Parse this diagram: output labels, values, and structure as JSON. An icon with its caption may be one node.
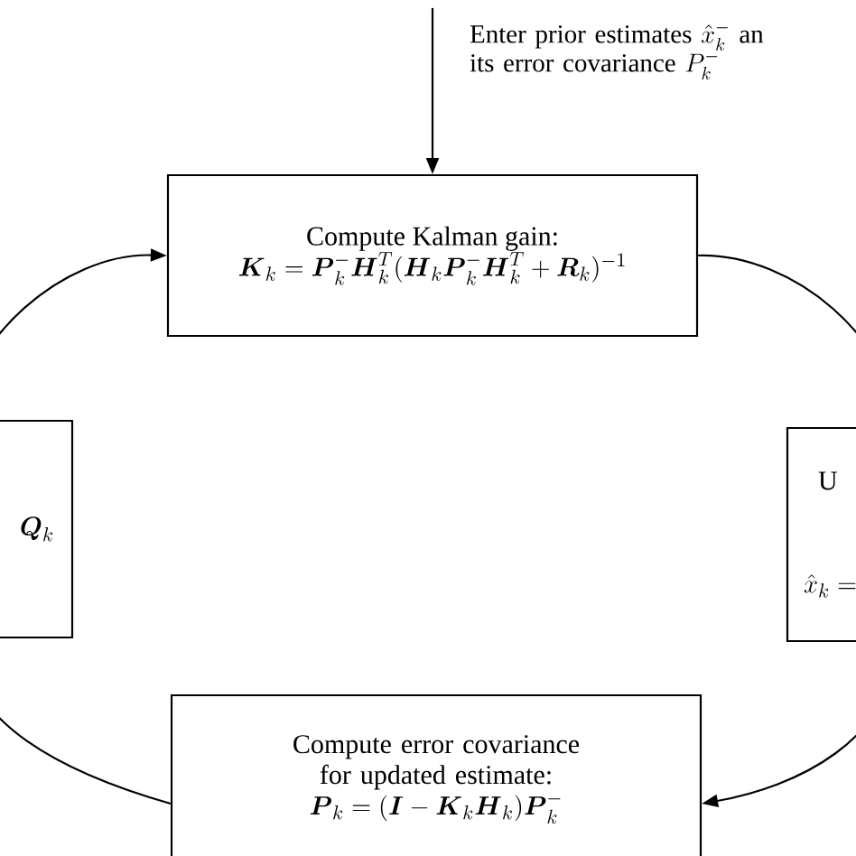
{
  "diagram": {
    "nodes": [
      {
        "text": [
          "\\text{Enter prior estimates } \\hat{x}_k^{-} \\text{ an}",
          "\\text{its error covariance } P_k^{-}"
        ]
      },
      {
        "text": [
          "Compute Kalman gain:",
          "\\boldsymbol{K}_k = \\boldsymbol{P}_k^{-}\\boldsymbol{H}_k^{T}(\\boldsymbol{H}_k\\boldsymbol{P}_k^{-}\\boldsymbol{H}_k^{T} + \\boldsymbol{R}_k)^{-1}"
        ]
      },
      {
        "text": [
          "\\boldsymbol{Q}_k"
        ]
      },
      {
        "text": [
          "U",
          "\\hat{x}_k ="
        ]
      },
      {
        "text": [
          "Compute error covariance for updated estimate:",
          "\\boldsymbol{P}_k = (\\boldsymbol{I} - \\boldsymbol{K}_k\\boldsymbol{H}_k)\\boldsymbol{P}_k^{-}"
        ]
      }
    ],
    "edges": [
      {
        "from": 0,
        "to": 1,
        "arrow": "to"
      },
      {
        "from": 2,
        "to": 1,
        "arrow": "to"
      },
      {
        "from": 1,
        "to": 3,
        "arrow": "none"
      },
      {
        "from": 3,
        "to": 4,
        "arrow": "to"
      },
      {
        "from": 4,
        "to": 2,
        "arrow": "none"
      }
    ]
  }
}
